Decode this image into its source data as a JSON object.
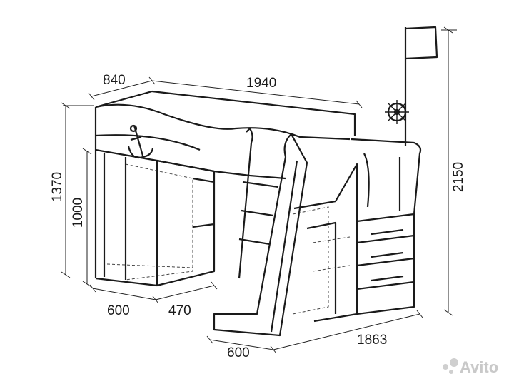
{
  "drawing": {
    "subject": "loft bed with slide, wardrobe, drawers and flag (pirate ship style)",
    "dimensions": {
      "top_depth": "840",
      "top_length": "1940",
      "overall_height": "2150",
      "bed_height": "1370",
      "wardrobe_height": "1000",
      "wardrobe_width": "600",
      "shelf_depth": "470",
      "slide_width": "600",
      "base_length": "1863"
    },
    "watermark": "Avito"
  }
}
